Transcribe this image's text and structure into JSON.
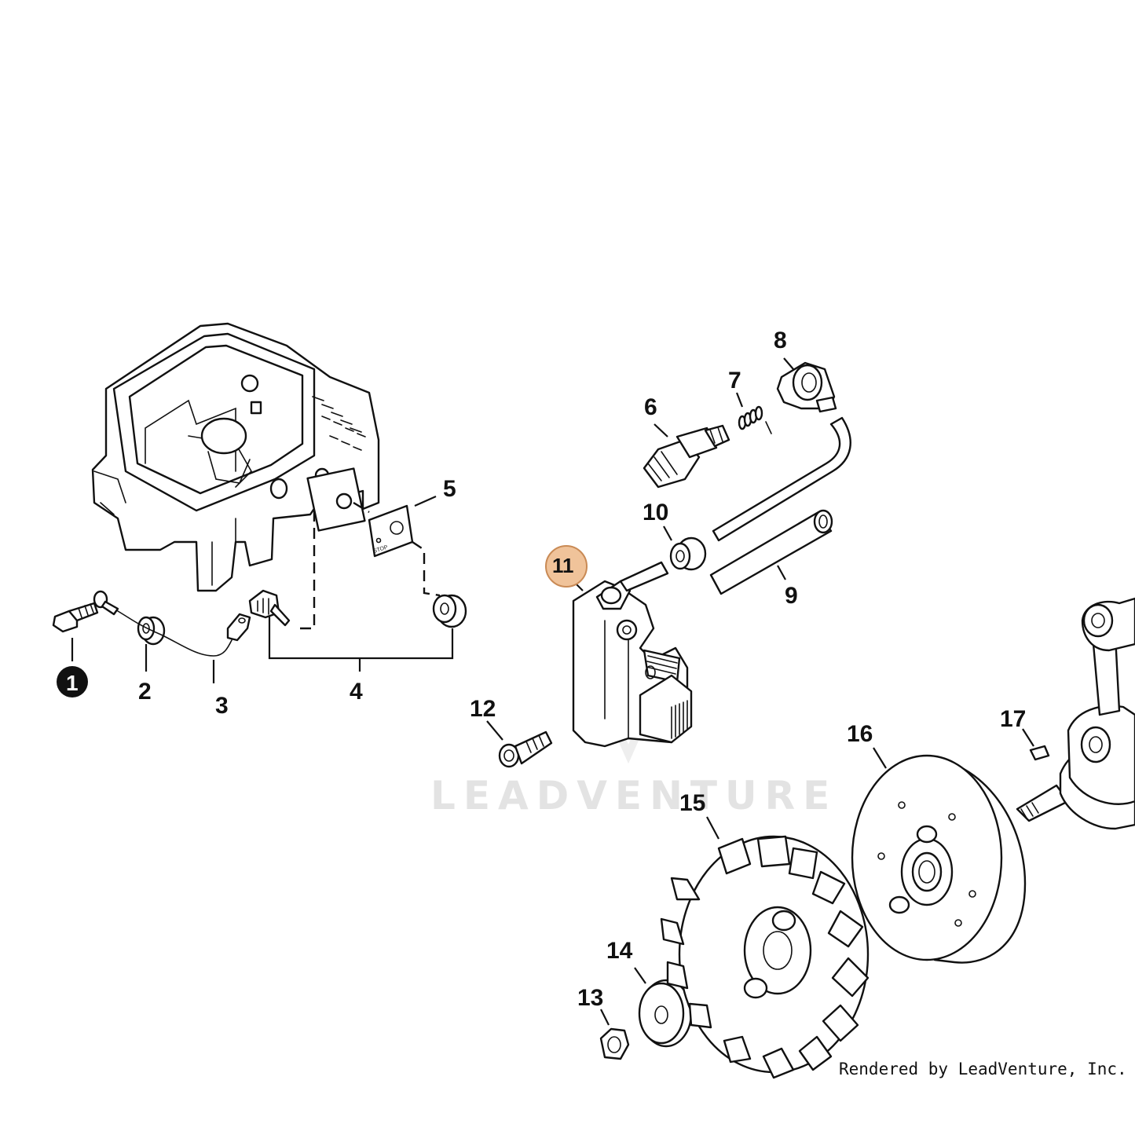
{
  "callouts": {
    "c1": "1",
    "c2": "2",
    "c3": "3",
    "c4": "4",
    "c5": "5",
    "c6": "6",
    "c7": "7",
    "c8": "8",
    "c9": "9",
    "c10": "10",
    "c11": "11",
    "c12": "12",
    "c13": "13",
    "c14": "14",
    "c15": "15",
    "c16": "16",
    "c17": "17"
  },
  "plate_label": "STOP",
  "watermark": "LEADVENTURE",
  "credit": "Rendered by LeadVenture, Inc.",
  "colors": {
    "highlight_fill": "#f0c39a",
    "highlight_stroke": "#c98a55",
    "line": "#111111",
    "watermark": "#e3e3e3"
  },
  "selected_callout": "11"
}
